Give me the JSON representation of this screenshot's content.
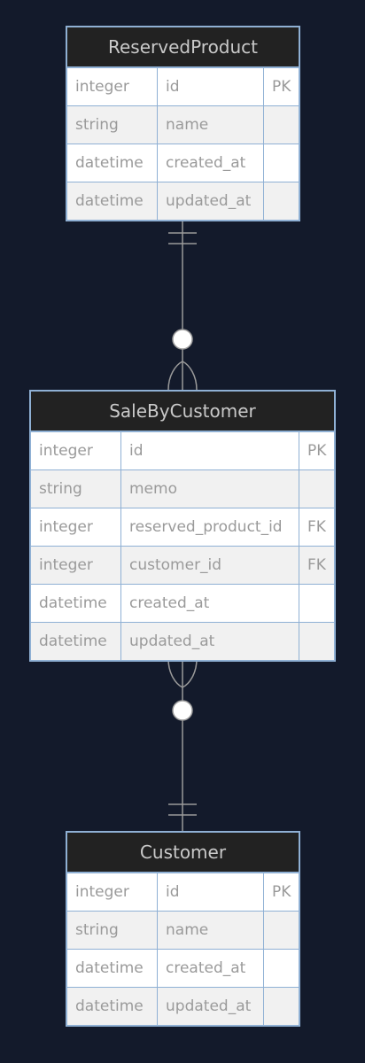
{
  "entities": [
    {
      "id": "reserved-product",
      "name": "ReservedProduct",
      "attributes": [
        {
          "type": "integer",
          "name": "id",
          "key": "PK"
        },
        {
          "type": "string",
          "name": "name",
          "key": ""
        },
        {
          "type": "datetime",
          "name": "created_at",
          "key": ""
        },
        {
          "type": "datetime",
          "name": "updated_at",
          "key": ""
        }
      ]
    },
    {
      "id": "sale-by-customer",
      "name": "SaleByCustomer",
      "attributes": [
        {
          "type": "integer",
          "name": "id",
          "key": "PK"
        },
        {
          "type": "string",
          "name": "memo",
          "key": ""
        },
        {
          "type": "integer",
          "name": "reserved_product_id",
          "key": "FK"
        },
        {
          "type": "integer",
          "name": "customer_id",
          "key": "FK"
        },
        {
          "type": "datetime",
          "name": "created_at",
          "key": ""
        },
        {
          "type": "datetime",
          "name": "updated_at",
          "key": ""
        }
      ]
    },
    {
      "id": "customer",
      "name": "Customer",
      "attributes": [
        {
          "type": "integer",
          "name": "id",
          "key": "PK"
        },
        {
          "type": "string",
          "name": "name",
          "key": ""
        },
        {
          "type": "datetime",
          "name": "created_at",
          "key": ""
        },
        {
          "type": "datetime",
          "name": "updated_at",
          "key": ""
        }
      ]
    }
  ],
  "relationships": [
    {
      "from": "ReservedProduct",
      "to": "SaleByCustomer",
      "from_cardinality": "exactly-one",
      "to_cardinality": "zero-or-more"
    },
    {
      "from": "SaleByCustomer",
      "to": "Customer",
      "from_cardinality": "zero-or-more",
      "to_cardinality": "exactly-one"
    }
  ],
  "colors": {
    "background": "#131a2b",
    "entity_border": "#8fb0d4",
    "header_fill": "#222222",
    "header_text": "#c9c9c9",
    "row_odd": "#ffffff",
    "row_even": "#f1f1f1",
    "attribute_text": "#9a9a9a",
    "connector": "#9a9a9a"
  }
}
